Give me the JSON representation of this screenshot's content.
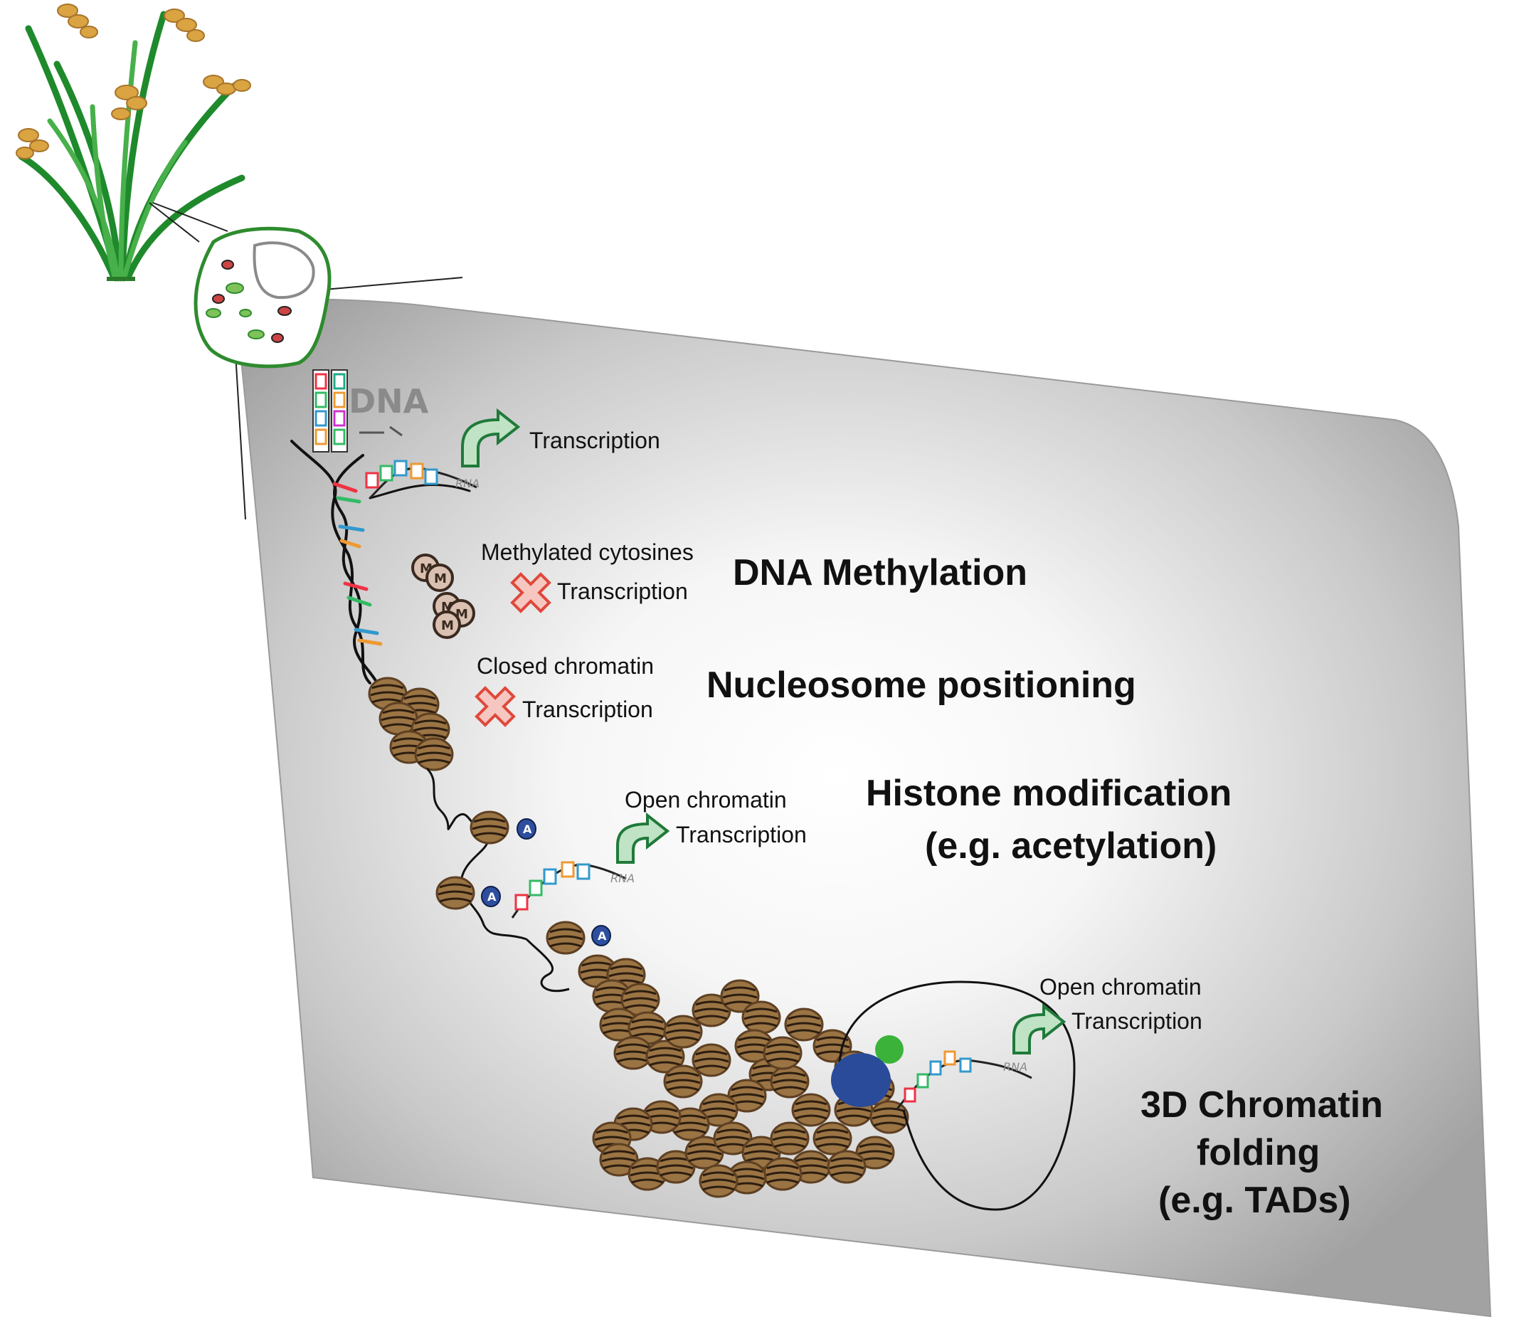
{
  "diagram": {
    "rna_label": "RNA",
    "dna_logo": "DNA",
    "callouts": [
      {
        "id": "top",
        "transcription": "Transcription",
        "state": "active"
      },
      {
        "id": "methylation",
        "caption": "Methylated cytosines",
        "transcription": "Transcription",
        "state": "blocked"
      },
      {
        "id": "nucleosome",
        "caption": "Closed chromatin",
        "transcription": "Transcription",
        "state": "blocked"
      },
      {
        "id": "histone",
        "caption": "Open chromatin",
        "transcription": "Transcription",
        "state": "active"
      },
      {
        "id": "tad",
        "caption": "Open chromatin",
        "transcription": "Transcription",
        "state": "active"
      }
    ],
    "headings": {
      "dna_methylation": "DNA Methylation",
      "nucleosome_positioning": "Nucleosome positioning",
      "histone_line1": "Histone modification",
      "histone_line2": "(e.g. acetylation)",
      "chromatin_line1": "3D Chromatin",
      "chromatin_line2": "folding",
      "chromatin_line3": "(e.g. TADs)"
    },
    "colors": {
      "panel_gray": "#a8a8a8",
      "plant_green": "#2e8b2e",
      "grain_gold": "#d9a441",
      "arrow_green": "#1f7a3a",
      "block_red": "#e0483b",
      "chromatin_brown": "#8b6a3e",
      "protein_blue": "#2a4a9a",
      "protein_green": "#3bb33b"
    }
  }
}
